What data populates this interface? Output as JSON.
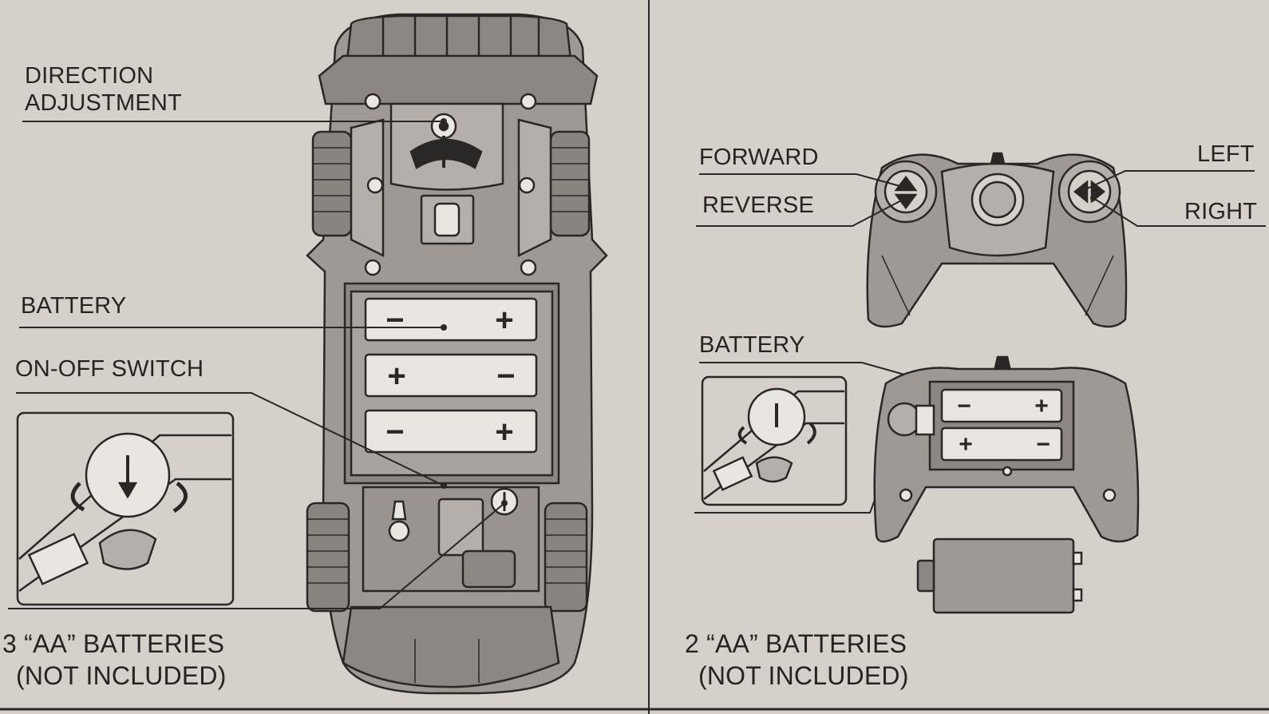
{
  "car_panel": {
    "direction_adjustment_line1": "DIRECTION",
    "direction_adjustment_line2": "ADJUSTMENT",
    "battery": "BATTERY",
    "on_off_switch": "ON-OFF SWITCH",
    "batteries_count": "3 “AA” BATTERIES",
    "not_included": "(NOT INCLUDED)",
    "battery_cells": [
      {
        "left": "−",
        "right": "+"
      },
      {
        "left": "+",
        "right": "−"
      },
      {
        "left": "−",
        "right": "+"
      }
    ]
  },
  "controller_panel": {
    "forward": "FORWARD",
    "reverse": "REVERSE",
    "left": "LEFT",
    "right": "RIGHT",
    "battery": "BATTERY",
    "batteries_count": "2 “AA” BATTERIES",
    "not_included": "(NOT INCLUDED)",
    "battery_cells": [
      {
        "left": "−",
        "right": "+"
      },
      {
        "left": "+",
        "right": "−"
      }
    ]
  },
  "colors": {
    "background": "#d6d0cb",
    "line": "#2a2727",
    "fill": "#9f9995",
    "light": "#e9e5e1"
  }
}
